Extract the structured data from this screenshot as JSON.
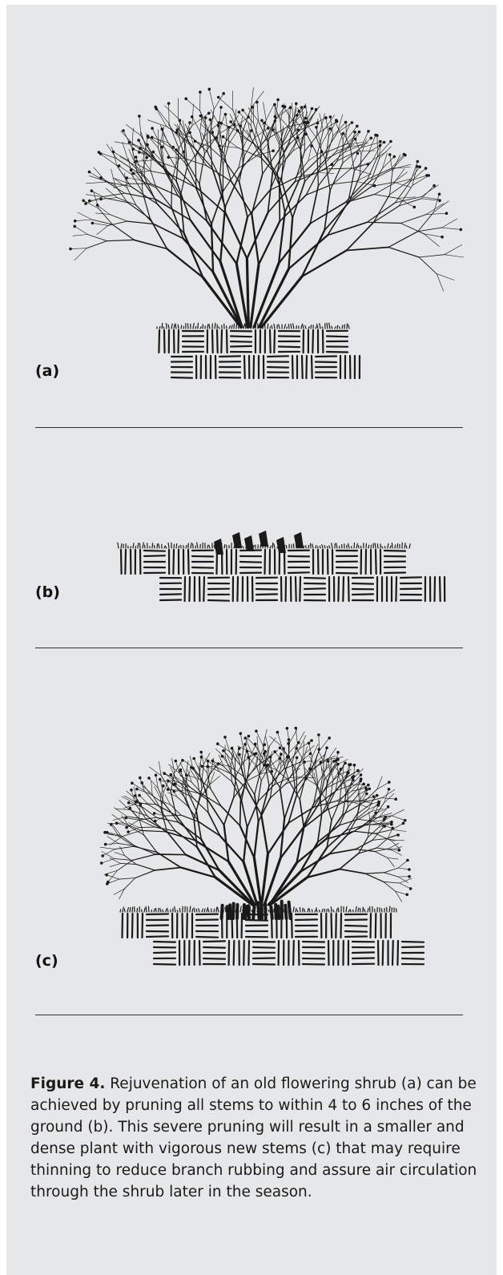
{
  "figure": {
    "panels": [
      {
        "label": "(a)",
        "depicts": "Old flowering shrub with many stems"
      },
      {
        "label": "(b)",
        "depicts": "Stems pruned to within 4 to 6 inches of the ground"
      },
      {
        "label": "(c)",
        "depicts": "Smaller, dense plant with vigorous new stems"
      }
    ],
    "caption_lead": "Figure 4.",
    "caption_text": " Rejuvenation of an old flowering shrub (a) can be achieved by pruning all stems to within 4 to 6 inches of the ground (b). This severe pruning will result in a smaller and dense plant with vigorous new stems (c) that may require thinning to reduce branch rubbing and assure air circulation through the shrub later in the season."
  },
  "colors": {
    "background": "#e6e7e8",
    "ink": "#1a1a1a"
  }
}
